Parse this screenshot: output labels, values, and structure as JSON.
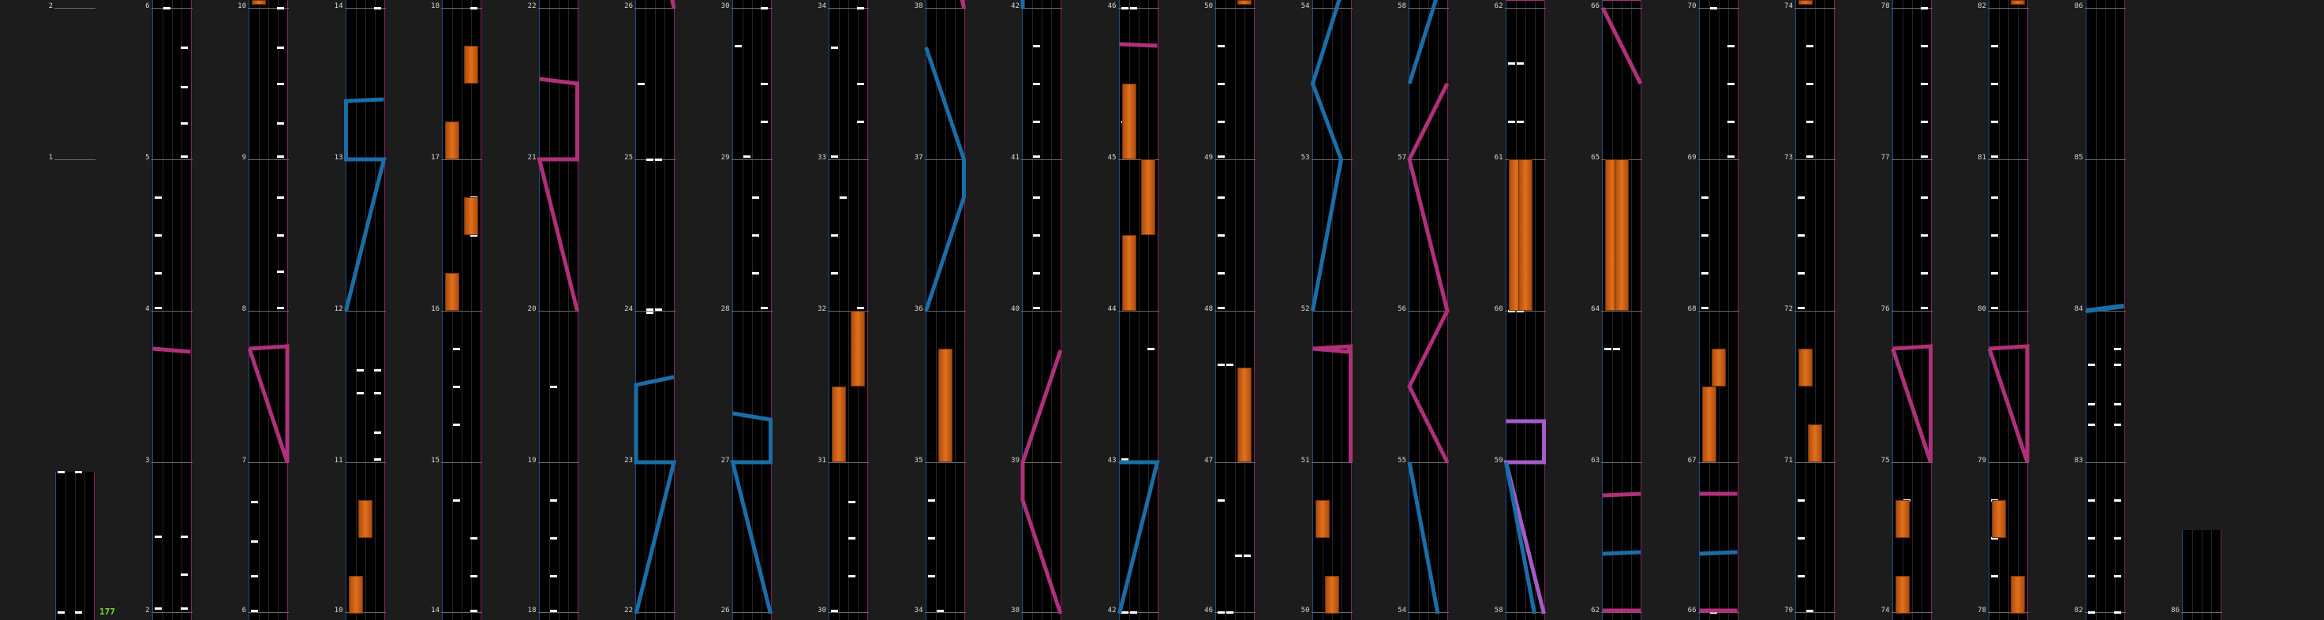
{
  "chart_view": {
    "combo_count": "177",
    "colors": {
      "background": "#1c1c1c",
      "lane": "#000000",
      "note": "#ffffff",
      "hold": "#e0711d",
      "slide_blue": "#1a6ea8",
      "slide_pink": "#b0307a",
      "slide_violet": "#a55cc8"
    }
  },
  "columns": [
    {
      "id": "c0",
      "bars": [
        {
          "num": "2",
          "y": 0
        },
        {
          "num": "1",
          "y": 1
        }
      ]
    },
    {
      "id": "c1",
      "bars": [
        {
          "num": "6",
          "y": 0
        },
        {
          "num": "5",
          "y": 1
        },
        {
          "num": "4",
          "y": 2
        },
        {
          "num": "3",
          "y": 3
        },
        {
          "num": "2",
          "y": 4
        }
      ]
    },
    {
      "id": "c2",
      "bars": [
        {
          "num": "10",
          "y": 0
        },
        {
          "num": "9",
          "y": 1
        },
        {
          "num": "8",
          "y": 2
        },
        {
          "num": "7",
          "y": 3
        },
        {
          "num": "6",
          "y": 4
        }
      ]
    },
    {
      "id": "c3",
      "bars": [
        {
          "num": "14",
          "y": 0
        },
        {
          "num": "13",
          "y": 1
        },
        {
          "num": "12",
          "y": 2
        },
        {
          "num": "11",
          "y": 3
        },
        {
          "num": "10",
          "y": 4
        }
      ]
    },
    {
      "id": "c4",
      "bars": [
        {
          "num": "18",
          "y": 0
        },
        {
          "num": "17",
          "y": 1
        },
        {
          "num": "16",
          "y": 2
        },
        {
          "num": "15",
          "y": 3
        },
        {
          "num": "14",
          "y": 4
        }
      ]
    },
    {
      "id": "c5",
      "bars": [
        {
          "num": "22",
          "y": 0
        },
        {
          "num": "21",
          "y": 1
        },
        {
          "num": "20",
          "y": 2
        },
        {
          "num": "19",
          "y": 3
        },
        {
          "num": "18",
          "y": 4
        }
      ]
    },
    {
      "id": "c6",
      "bars": [
        {
          "num": "26",
          "y": 0
        },
        {
          "num": "25",
          "y": 1
        },
        {
          "num": "24",
          "y": 2
        },
        {
          "num": "23",
          "y": 3
        },
        {
          "num": "22",
          "y": 4
        }
      ]
    },
    {
      "id": "c7",
      "bars": [
        {
          "num": "30",
          "y": 0
        },
        {
          "num": "29",
          "y": 1
        },
        {
          "num": "28",
          "y": 2
        },
        {
          "num": "27",
          "y": 3
        },
        {
          "num": "26",
          "y": 4
        }
      ]
    },
    {
      "id": "c8",
      "bars": [
        {
          "num": "34",
          "y": 0
        },
        {
          "num": "33",
          "y": 1
        },
        {
          "num": "32",
          "y": 2
        },
        {
          "num": "31",
          "y": 3
        },
        {
          "num": "30",
          "y": 4
        }
      ]
    },
    {
      "id": "c9",
      "bars": [
        {
          "num": "38",
          "y": 0
        },
        {
          "num": "37",
          "y": 1
        },
        {
          "num": "36",
          "y": 2
        },
        {
          "num": "35",
          "y": 3
        },
        {
          "num": "34",
          "y": 4
        }
      ]
    },
    {
      "id": "c10",
      "bars": [
        {
          "num": "42",
          "y": 0
        },
        {
          "num": "41",
          "y": 1
        },
        {
          "num": "40",
          "y": 2
        },
        {
          "num": "39",
          "y": 3
        },
        {
          "num": "38",
          "y": 4
        }
      ]
    },
    {
      "id": "c11",
      "bars": [
        {
          "num": "46",
          "y": 0
        },
        {
          "num": "45",
          "y": 1
        },
        {
          "num": "44",
          "y": 2
        },
        {
          "num": "43",
          "y": 3
        },
        {
          "num": "42",
          "y": 4
        }
      ]
    },
    {
      "id": "c12",
      "bars": [
        {
          "num": "50",
          "y": 0
        },
        {
          "num": "49",
          "y": 1
        },
        {
          "num": "48",
          "y": 2
        },
        {
          "num": "47",
          "y": 3
        },
        {
          "num": "46",
          "y": 4
        }
      ]
    },
    {
      "id": "c13",
      "bars": [
        {
          "num": "54",
          "y": 0
        },
        {
          "num": "53",
          "y": 1
        },
        {
          "num": "52",
          "y": 2
        },
        {
          "num": "51",
          "y": 3
        },
        {
          "num": "50",
          "y": 4
        }
      ]
    },
    {
      "id": "c14",
      "bars": [
        {
          "num": "58",
          "y": 0
        },
        {
          "num": "57",
          "y": 1
        },
        {
          "num": "56",
          "y": 2
        },
        {
          "num": "55",
          "y": 3
        },
        {
          "num": "54",
          "y": 4
        }
      ]
    },
    {
      "id": "c15",
      "bars": [
        {
          "num": "62",
          "y": 0
        },
        {
          "num": "61",
          "y": 1
        },
        {
          "num": "60",
          "y": 2
        },
        {
          "num": "59",
          "y": 3
        },
        {
          "num": "58",
          "y": 4
        }
      ]
    },
    {
      "id": "c16",
      "bars": [
        {
          "num": "66",
          "y": 0
        },
        {
          "num": "65",
          "y": 1
        },
        {
          "num": "64",
          "y": 2
        },
        {
          "num": "63",
          "y": 3
        },
        {
          "num": "62",
          "y": 4
        }
      ]
    },
    {
      "id": "c17",
      "bars": [
        {
          "num": "70",
          "y": 0
        },
        {
          "num": "69",
          "y": 1
        },
        {
          "num": "68",
          "y": 2
        },
        {
          "num": "67",
          "y": 3
        },
        {
          "num": "66",
          "y": 4
        }
      ]
    },
    {
      "id": "c18",
      "bars": [
        {
          "num": "74",
          "y": 0
        },
        {
          "num": "73",
          "y": 1
        },
        {
          "num": "72",
          "y": 2
        },
        {
          "num": "71",
          "y": 3
        },
        {
          "num": "70",
          "y": 4
        }
      ]
    },
    {
      "id": "c19",
      "bars": [
        {
          "num": "78",
          "y": 0
        },
        {
          "num": "77",
          "y": 1
        },
        {
          "num": "76",
          "y": 2
        },
        {
          "num": "75",
          "y": 3
        },
        {
          "num": "74",
          "y": 4
        }
      ]
    },
    {
      "id": "c20",
      "bars": [
        {
          "num": "82",
          "y": 0
        },
        {
          "num": "81",
          "y": 1
        },
        {
          "num": "80",
          "y": 2
        },
        {
          "num": "79",
          "y": 3
        },
        {
          "num": "78",
          "y": 4
        }
      ]
    },
    {
      "id": "c21",
      "bars": [
        {
          "num": "86",
          "y": 0
        },
        {
          "num": "85",
          "y": 1
        },
        {
          "num": "84",
          "y": 2
        },
        {
          "num": "83",
          "y": 3
        },
        {
          "num": "82",
          "y": 4
        }
      ]
    },
    {
      "id": "c22",
      "bars": [
        {
          "num": "86",
          "y": 4
        }
      ]
    }
  ]
}
